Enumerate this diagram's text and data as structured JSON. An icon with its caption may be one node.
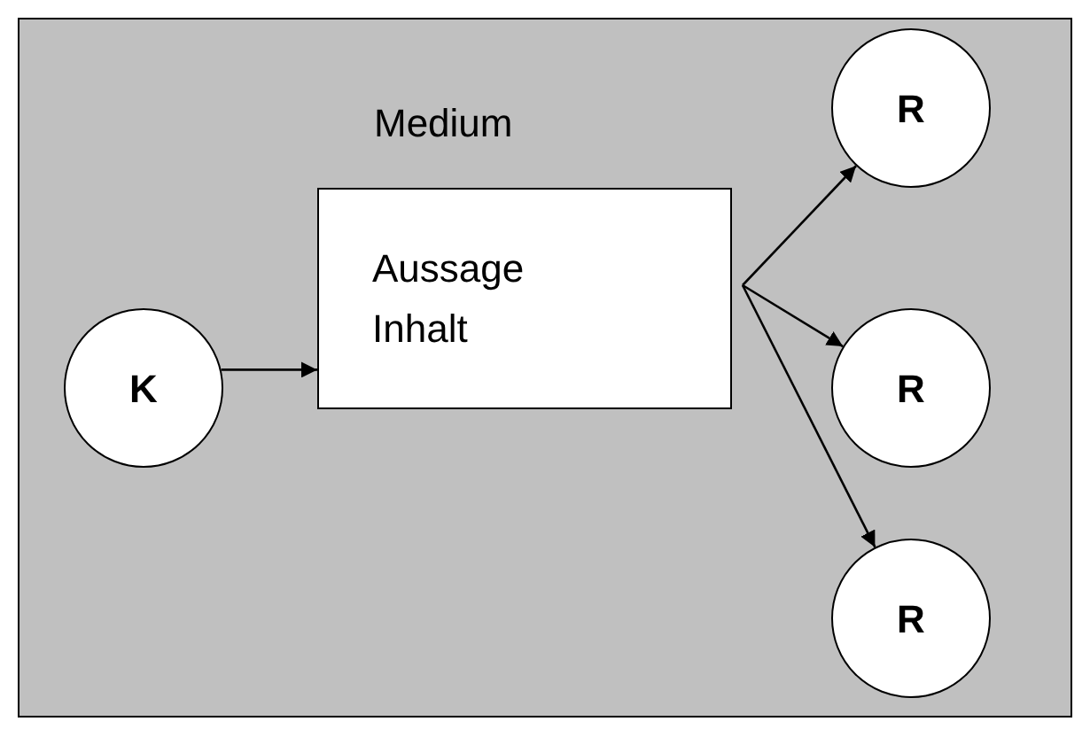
{
  "diagram": {
    "nodes": [
      {
        "text": [
          "Medium"
        ]
      },
      {
        "text": [
          "K"
        ],
        "in": 0
      },
      {
        "text": [
          "Aussage Inhalt"
        ],
        "in": 0
      },
      {
        "text": [
          "R"
        ],
        "in": 0
      },
      {
        "text": [
          "R"
        ],
        "in": 0
      },
      {
        "text": [
          "R"
        ],
        "in": 0
      }
    ],
    "edges": [
      {
        "from": 1,
        "to": 2,
        "arrow": "to"
      },
      {
        "from": 2,
        "to": 3,
        "arrow": "to"
      },
      {
        "from": 2,
        "to": 4,
        "arrow": "to"
      },
      {
        "from": 2,
        "to": 5,
        "arrow": "to"
      }
    ]
  }
}
